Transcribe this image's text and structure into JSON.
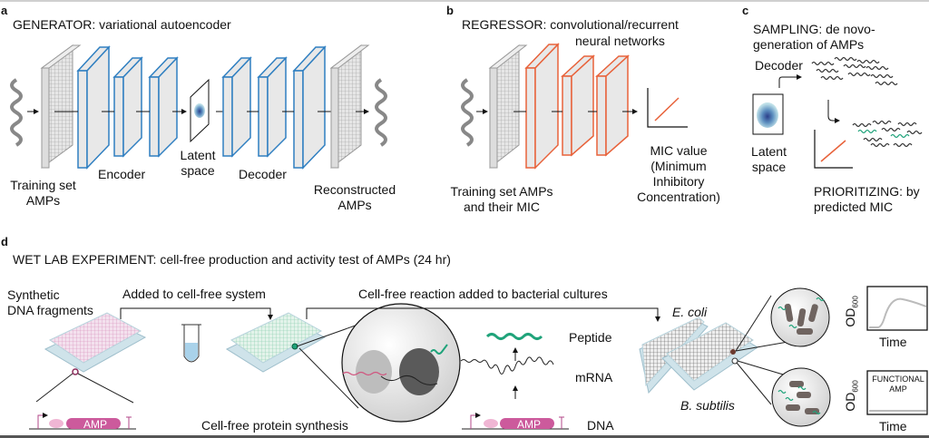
{
  "panels": {
    "a": {
      "letter": "a",
      "title": "GENERATOR: variational autoencoder",
      "training_set": [
        "Training set",
        "AMPs"
      ],
      "encoder": "Encoder",
      "latent": [
        "Latent",
        "space"
      ],
      "decoder": "Decoder",
      "reconstructed": [
        "Reconstructed",
        "AMPs"
      ]
    },
    "b": {
      "letter": "b",
      "title_line1": "REGRESSOR: convolutional/recurrent",
      "title_line2": "neural networks",
      "training_set": [
        "Training set AMPs",
        "and their MIC"
      ],
      "mic": [
        "MIC value",
        "(Minimum",
        "Inhibitory",
        "Concentration)"
      ]
    },
    "c": {
      "letter": "c",
      "title": [
        "SAMPLING: de novo-",
        "generation of AMPs"
      ],
      "decoder": "Decoder",
      "latent": [
        "Latent",
        "space"
      ],
      "prioritizing": [
        "PRIORITIZING: by",
        "predicted MIC"
      ]
    },
    "d": {
      "letter": "d",
      "title": "WET LAB EXPERIMENT: cell-free production and activity test of AMPs (24 hr)",
      "synthetic": [
        "Synthetic",
        "DNA fragments"
      ],
      "added": "Added to cell-free system",
      "reaction": "Cell-free reaction added to bacterial cultures",
      "cfps": "Cell-free protein synthesis",
      "peptide": "Peptide",
      "mrna": "mRNA",
      "dna": "DNA",
      "amp_gene": "AMP",
      "ecoli": "E. coli",
      "bsubtilis": "B. subtilis",
      "od_label": "OD",
      "od_sub": "600",
      "time": "Time",
      "functional": [
        "FUNCTIONAL",
        "AMP"
      ]
    }
  },
  "colors": {
    "encoder_blue": "#2f7fc1",
    "regressor_orange": "#e8623a",
    "peptide_green": "#1fa37a",
    "plate_pink": "#d58ab8",
    "plate_green": "#7ec9a6",
    "amp_magenta": "#cc5a9c"
  }
}
